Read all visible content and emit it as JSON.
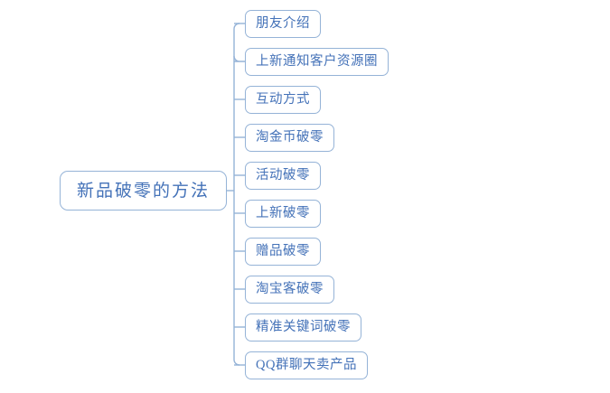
{
  "diagram": {
    "type": "mindmap",
    "orientation": "left-root-right-children",
    "title": "新品破零的方法",
    "root": {
      "label": "新品破零的方法"
    },
    "children": [
      {
        "label": "朋友介绍"
      },
      {
        "label": "上新通知客户资源圈"
      },
      {
        "label": "互动方式"
      },
      {
        "label": "淘金币破零"
      },
      {
        "label": "活动破零"
      },
      {
        "label": "上新破零"
      },
      {
        "label": "赠品破零"
      },
      {
        "label": "淘宝客破零"
      },
      {
        "label": "精准关键词破零"
      },
      {
        "label": "QQ群聊天卖产品"
      }
    ],
    "colors": {
      "border": "#95b3d7",
      "text": "#4472b8",
      "connector": "#95b3d7",
      "background": "#ffffff"
    }
  }
}
